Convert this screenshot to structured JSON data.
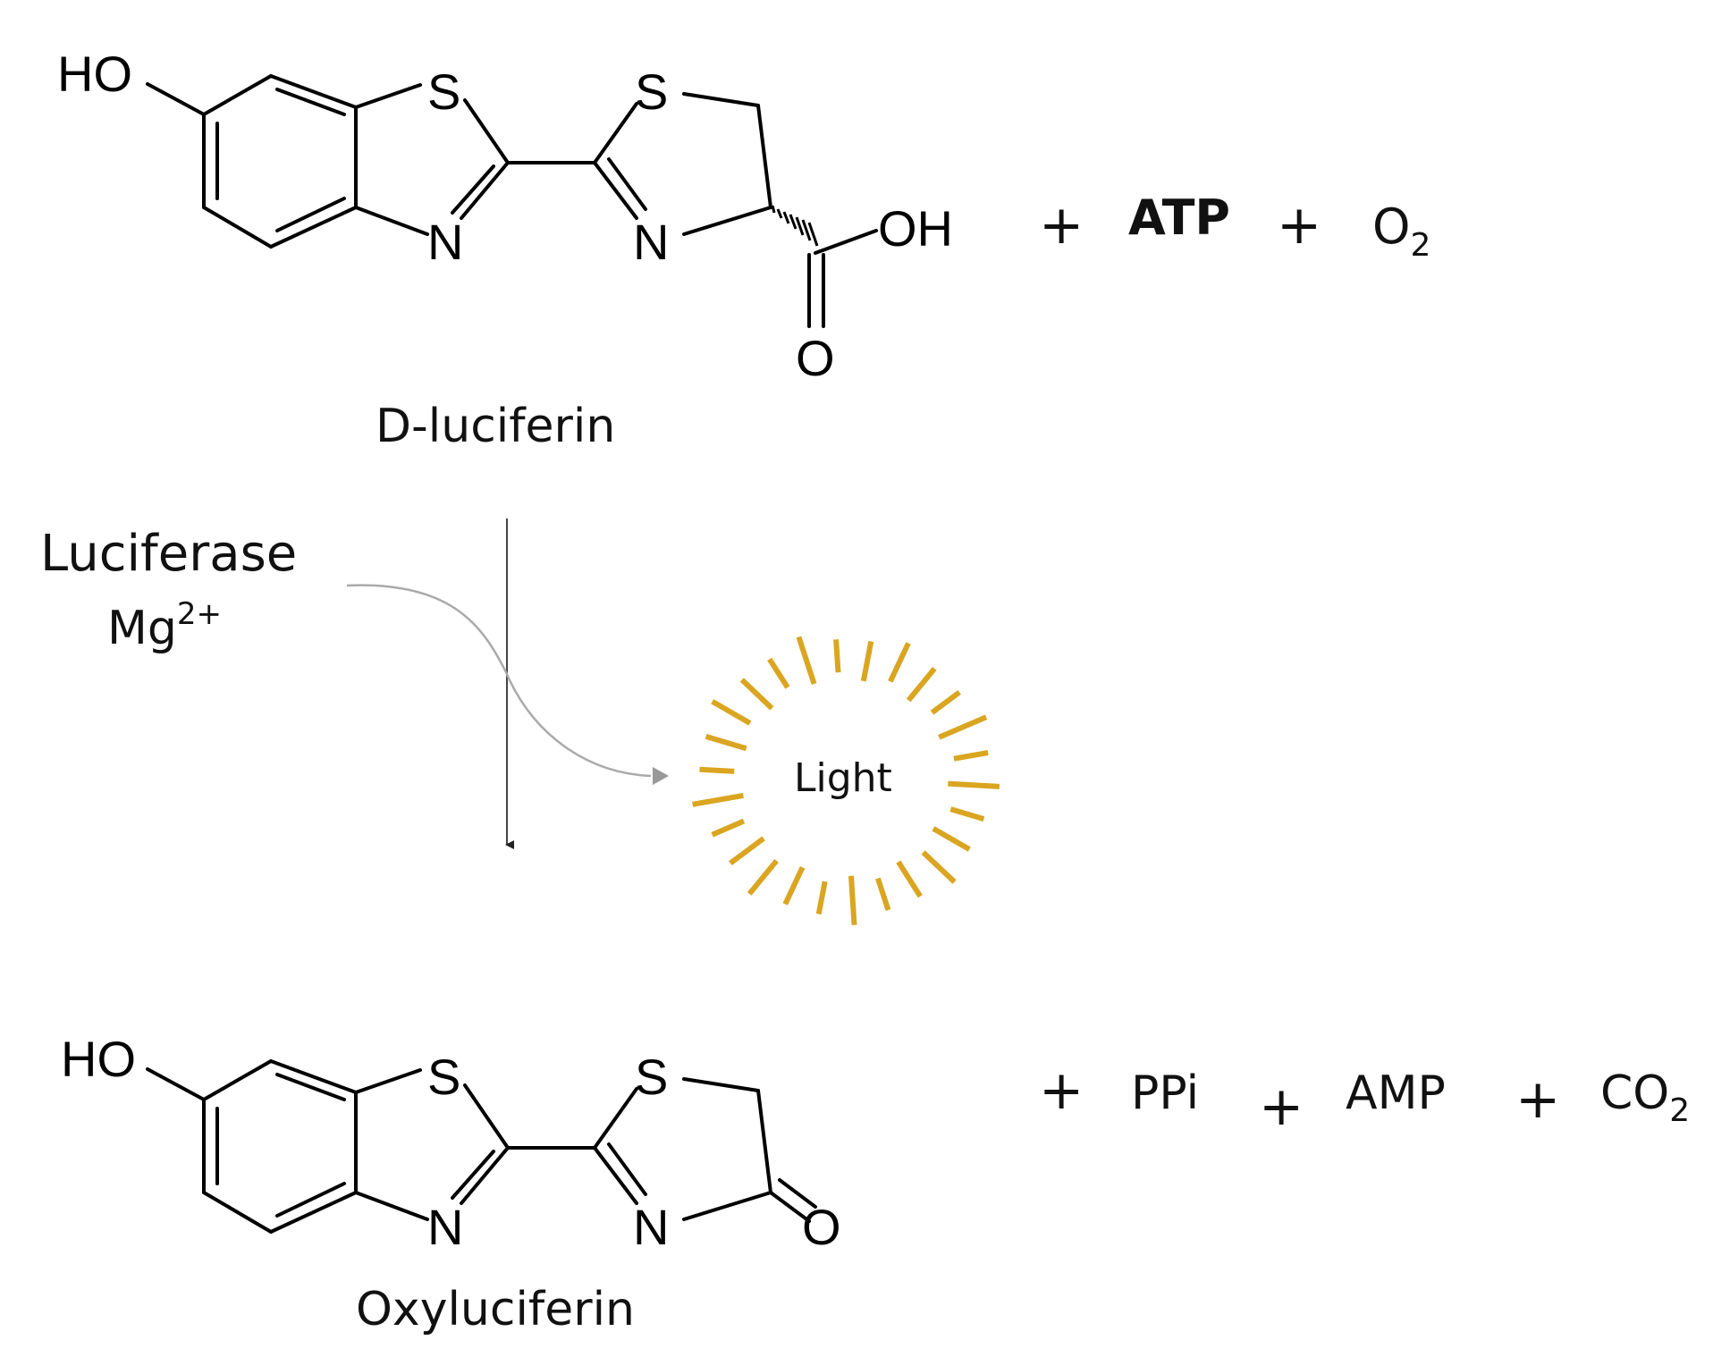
{
  "reactants": {
    "d_luciferin": {
      "name": "D-luciferin",
      "atoms": {
        "ho": "HO",
        "s1": "S",
        "s2": "S",
        "n1": "N",
        "n2": "N",
        "oh": "OH",
        "o_carbonyl": "O"
      }
    },
    "plus_1": "+",
    "atp": "ATP",
    "plus_2": "+",
    "oxygen": {
      "symbol": "O",
      "subscript": "2"
    }
  },
  "catalyst": {
    "enzyme": "Luciferase",
    "cofactor": {
      "symbol": "Mg",
      "superscript": "2+"
    }
  },
  "emission": {
    "label": "Light"
  },
  "products": {
    "oxyluciferin": {
      "name": "Oxyluciferin",
      "atoms": {
        "ho": "HO",
        "s1": "S",
        "s2": "S",
        "n1": "N",
        "n2": "N",
        "o_carbonyl": "O"
      }
    },
    "plus_1": "+",
    "ppi": "PPi",
    "plus_2": "+",
    "amp": "AMP",
    "plus_3": "+",
    "carbon_dioxide": {
      "symbol": "CO",
      "subscript": "2"
    }
  },
  "colors": {
    "light": "#DAA520",
    "arrow_main": "#444444",
    "arrow_curve": "#AAAAAA",
    "text": "#111111"
  }
}
